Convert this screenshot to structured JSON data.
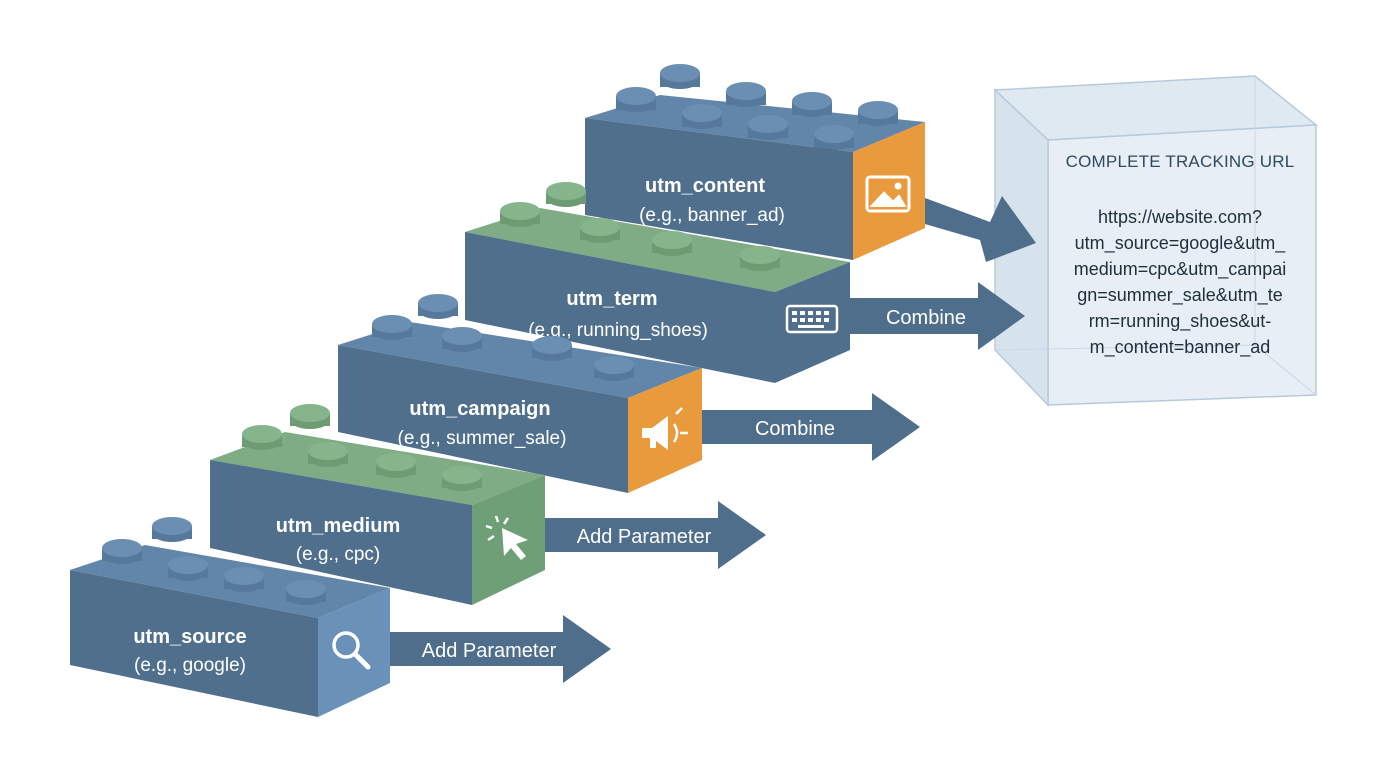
{
  "colors": {
    "blue_front": "#506f8d",
    "blue_top": "#6286aa",
    "blue_stud": "#56799b",
    "green_front": "#4f708e",
    "green_top": "#7fac84",
    "green_stud": "#6e9b74",
    "green_side": "#6f9f77",
    "blue_side": "#6a92b8",
    "orange_side": "#e89a3c",
    "arrow": "#4f6e8c"
  },
  "bricks": [
    {
      "key": "source",
      "title": "utm_source",
      "example": "(e.g., google)",
      "icon": "search-icon",
      "side": "blue"
    },
    {
      "key": "medium",
      "title": "utm_medium",
      "example": "(e.g., cpc)",
      "icon": "cursor-click-icon",
      "side": "green"
    },
    {
      "key": "campaign",
      "title": "utm_campaign",
      "example": "(e.g., summer_sale)",
      "icon": "megaphone-icon",
      "side": "orange"
    },
    {
      "key": "term",
      "title": "utm_term",
      "example": "(e.g., running_shoes)",
      "icon": "keyboard-icon",
      "side": "blue"
    },
    {
      "key": "content",
      "title": "utm_content",
      "example": "(e.g., banner_ad)",
      "icon": "image-icon",
      "side": "orange"
    }
  ],
  "arrows": [
    {
      "from": "source",
      "label": "Add Parameter"
    },
    {
      "from": "medium",
      "label": "Add Parameter"
    },
    {
      "from": "campaign",
      "label": "Combine"
    },
    {
      "from": "term",
      "label": "Combine"
    },
    {
      "from": "content",
      "label": ""
    }
  ],
  "result": {
    "title": "COMPLETE TRACKING URL",
    "lines": [
      "https://website.com?",
      "utm_source=google&utm_",
      "medium=cpc&utm_campai",
      "gn=summer_sale&utm_te",
      "rm=running_shoes&ut-",
      "m_content=banner_ad"
    ]
  }
}
